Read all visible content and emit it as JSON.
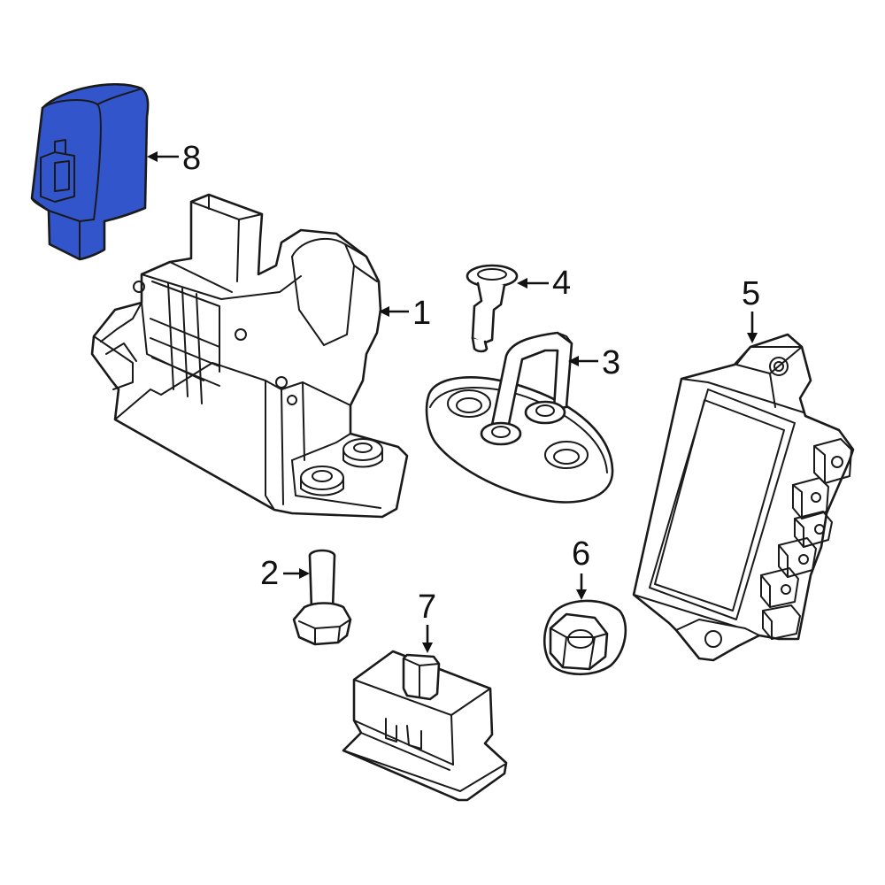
{
  "highlight_color": "#3355cc",
  "callouts": [
    {
      "id": "1",
      "label": "1"
    },
    {
      "id": "2",
      "label": "2"
    },
    {
      "id": "3",
      "label": "3"
    },
    {
      "id": "4",
      "label": "4"
    },
    {
      "id": "5",
      "label": "5"
    },
    {
      "id": "6",
      "label": "6"
    },
    {
      "id": "7",
      "label": "7"
    },
    {
      "id": "8",
      "label": "8"
    }
  ],
  "highlighted_part": "8"
}
